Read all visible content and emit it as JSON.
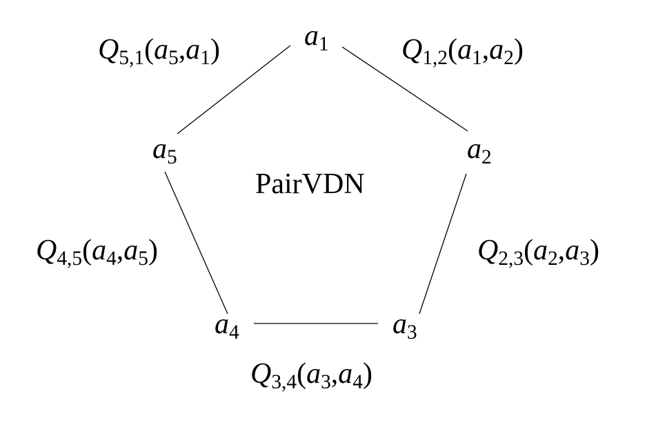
{
  "center_label": "PairVDN",
  "nodes": [
    {
      "id": "a1",
      "symbol": "a",
      "sub": "1"
    },
    {
      "id": "a2",
      "symbol": "a",
      "sub": "2"
    },
    {
      "id": "a3",
      "symbol": "a",
      "sub": "3"
    },
    {
      "id": "a4",
      "symbol": "a",
      "sub": "4"
    },
    {
      "id": "a5",
      "symbol": "a",
      "sub": "5"
    }
  ],
  "edges": [
    {
      "from": "a1",
      "to": "a2",
      "q": "Q",
      "q_sub": "1,2",
      "args": [
        "a",
        "1",
        "a",
        "2"
      ]
    },
    {
      "from": "a2",
      "to": "a3",
      "q": "Q",
      "q_sub": "2,3",
      "args": [
        "a",
        "2",
        "a",
        "3"
      ]
    },
    {
      "from": "a3",
      "to": "a4",
      "q": "Q",
      "q_sub": "3,4",
      "args": [
        "a",
        "3",
        "a",
        "4"
      ]
    },
    {
      "from": "a4",
      "to": "a5",
      "q": "Q",
      "q_sub": "4,5",
      "args": [
        "a",
        "4",
        "a",
        "5"
      ]
    },
    {
      "from": "a5",
      "to": "a1",
      "q": "Q",
      "q_sub": "5,1",
      "args": [
        "a",
        "5",
        "a",
        "1"
      ]
    }
  ]
}
